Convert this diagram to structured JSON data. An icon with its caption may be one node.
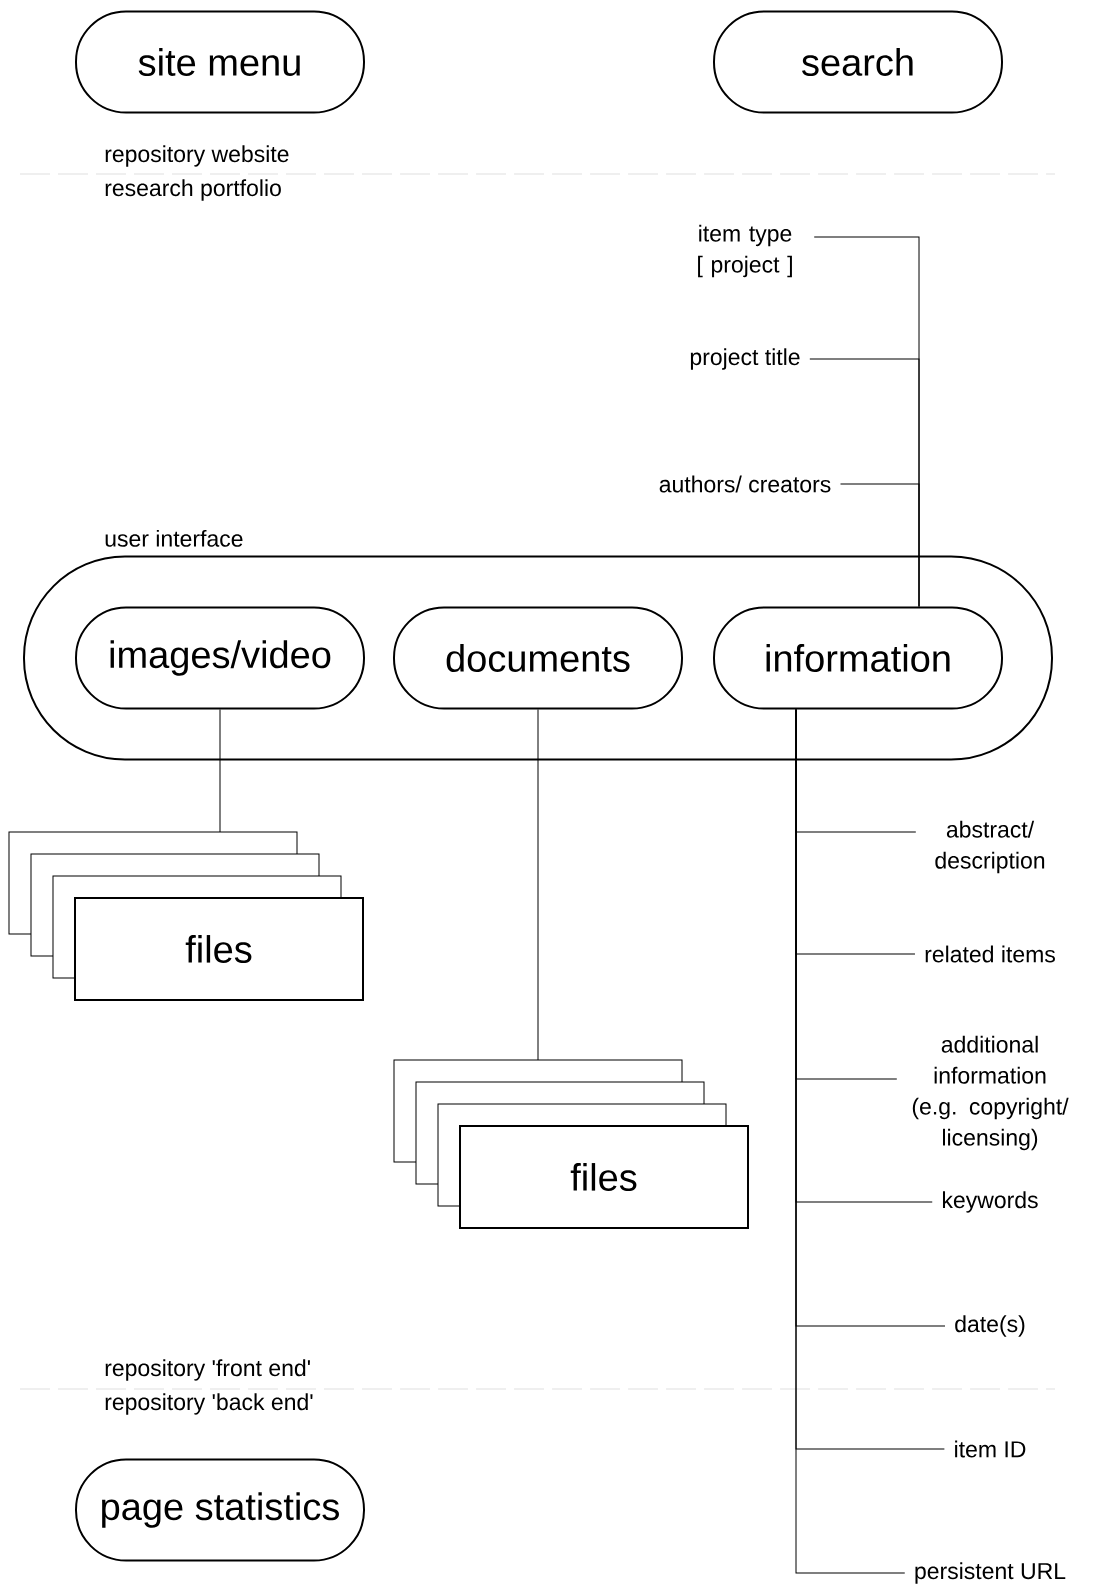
{
  "diagram": {
    "nodes": [
      {
        "text": [
          "site menu"
        ]
      },
      {
        "text": [
          "search"
        ]
      },
      {
        "text": [
          "user interface"
        ]
      },
      {
        "text": [
          "images/video"
        ],
        "in": 2
      },
      {
        "text": [
          "documents"
        ],
        "in": 2
      },
      {
        "text": [
          "information"
        ],
        "in": 2
      },
      {
        "text": [
          "files"
        ]
      },
      {
        "text": [
          "files"
        ]
      },
      {
        "text": [
          "page statistics"
        ]
      },
      {
        "text": [
          "item type [ project ]"
        ]
      },
      {
        "text": [
          "project title"
        ]
      },
      {
        "text": [
          "authors/ creators"
        ]
      },
      {
        "text": [
          "abstract/ description"
        ]
      },
      {
        "text": [
          "related items"
        ]
      },
      {
        "text": [
          "additional information (e.g. copyright/ licensing)"
        ]
      },
      {
        "text": [
          "keywords"
        ]
      },
      {
        "text": [
          "date(s)"
        ]
      },
      {
        "text": [
          "item ID"
        ]
      },
      {
        "text": [
          "persistent URL"
        ]
      }
    ],
    "edges": [
      {
        "from": 3,
        "to": 6,
        "arrow": "none"
      },
      {
        "from": 4,
        "to": 7,
        "arrow": "none"
      },
      {
        "from": 9,
        "to": 5,
        "arrow": "none"
      },
      {
        "from": 10,
        "to": 5,
        "arrow": "none"
      },
      {
        "from": 11,
        "to": 5,
        "arrow": "none"
      },
      {
        "from": 5,
        "to": 12,
        "arrow": "none"
      },
      {
        "from": 5,
        "to": 13,
        "arrow": "none"
      },
      {
        "from": 5,
        "to": 14,
        "arrow": "none"
      },
      {
        "from": 5,
        "to": 15,
        "arrow": "none"
      },
      {
        "from": 5,
        "to": 16,
        "arrow": "none"
      },
      {
        "from": 5,
        "to": 17,
        "arrow": "none"
      },
      {
        "from": 5,
        "to": 18,
        "arrow": "none"
      }
    ],
    "labels": [
      "repository website",
      "research portfolio",
      "repository 'front end'",
      "repository 'back end'"
    ]
  }
}
